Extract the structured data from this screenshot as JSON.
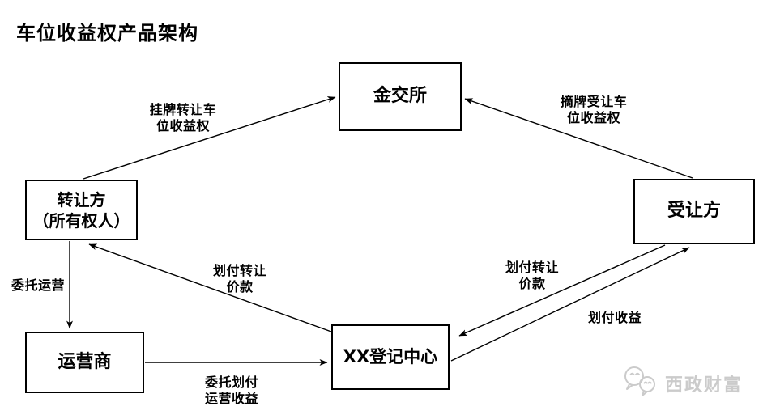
{
  "title": "车位收益权产品架构",
  "nodes": {
    "exchange": {
      "label": "金交所"
    },
    "transferor": {
      "label": "转让方\n（所有权人）"
    },
    "transferee": {
      "label": "受让方"
    },
    "operator": {
      "label": "运营商"
    },
    "registry": {
      "label": "XX登记中心"
    }
  },
  "edges": {
    "list_transfer": "挂牌转让车\n位收益权",
    "delist_accept": "摘牌受让车\n位收益权",
    "entrust_operation": "委托运营",
    "pay_transfer_price_to_transferor": "划付转让\n价款",
    "entrust_pay_operation_revenue": "委托划付\n运营收益",
    "pay_transfer_price_to_registry": "划付转让\n价款",
    "pay_revenue": "划付收益"
  },
  "watermark": {
    "brand": "西政财富",
    "icon": "wechat-bubbles-icon"
  },
  "colors": {
    "background": "#ffffff",
    "line": "#000000",
    "box_border": "#000000",
    "text": "#000000",
    "watermark": "#cbcbcb"
  }
}
